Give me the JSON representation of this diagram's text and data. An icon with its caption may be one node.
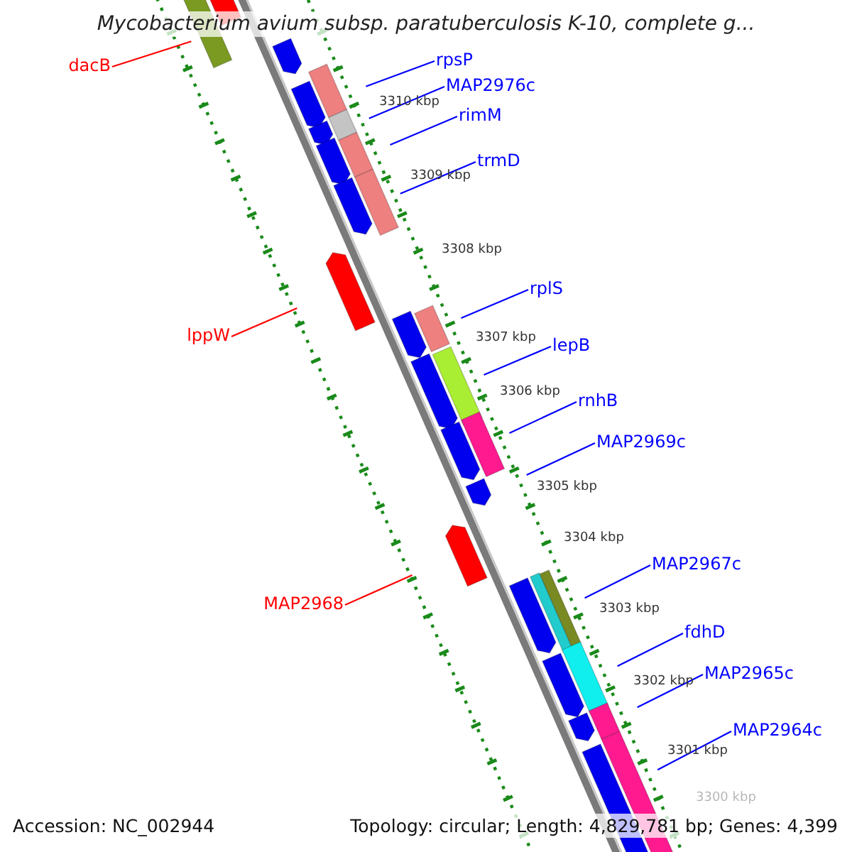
{
  "diagram": {
    "title": "Mycobacterium avium subsp. paratuberculosis K-10, complete g...",
    "nodes": [
      {
        "text": [
          "rpsP"
        ]
      },
      {
        "text": [
          "dacB"
        ]
      },
      {
        "text": [
          "MAP2976c"
        ]
      },
      {
        "text": [
          "rimM"
        ]
      },
      {
        "text": [
          "trmD"
        ]
      },
      {
        "text": [
          "rplS"
        ]
      },
      {
        "text": [
          "lppW"
        ]
      },
      {
        "text": [
          "lepB"
        ]
      },
      {
        "text": [
          "rnhB"
        ]
      },
      {
        "text": [
          "MAP2969c"
        ]
      },
      {
        "text": [
          "MAP2967c"
        ]
      },
      {
        "text": [
          "MAP2968"
        ]
      },
      {
        "text": [
          "fdhD"
        ]
      },
      {
        "text": [
          "MAP2965c"
        ]
      },
      {
        "text": [
          "MAP2964c"
        ]
      }
    ],
    "edges": [
      {
        "from": 0,
        "to": null,
        "arrow": "none"
      },
      {
        "from": 1,
        "to": null,
        "arrow": "none",
        "color": "#ff0000"
      },
      {
        "from": 2,
        "to": null,
        "arrow": "none"
      },
      {
        "from": 3,
        "to": null,
        "arrow": "none"
      },
      {
        "from": 4,
        "to": null,
        "arrow": "none"
      },
      {
        "from": 5,
        "to": null,
        "arrow": "none"
      },
      {
        "from": 6,
        "to": null,
        "arrow": "none",
        "color": "#ff0000"
      },
      {
        "from": 7,
        "to": null,
        "arrow": "none"
      },
      {
        "from": 8,
        "to": null,
        "arrow": "none"
      },
      {
        "from": 9,
        "to": null,
        "arrow": "none"
      },
      {
        "from": 10,
        "to": null,
        "arrow": "none"
      },
      {
        "from": 11,
        "to": null,
        "arrow": "none",
        "color": "#ff0000"
      },
      {
        "from": 12,
        "to": null,
        "arrow": "none"
      },
      {
        "from": 13,
        "to": null,
        "arrow": "none"
      },
      {
        "from": 14,
        "to": null,
        "arrow": "none"
      }
    ],
    "labels": [
      "3310 kbp",
      "3309 kbp",
      "3308 kbp",
      "3307 kbp",
      "3306 kbp",
      "3305 kbp",
      "3304 kbp",
      "3303 kbp",
      "3302 kbp",
      "3301 kbp",
      "3300 kbp",
      "Accession: NC_002944",
      "Topology: circular; Length: 4,829,781 bp; Genes: 4,399"
    ]
  }
}
